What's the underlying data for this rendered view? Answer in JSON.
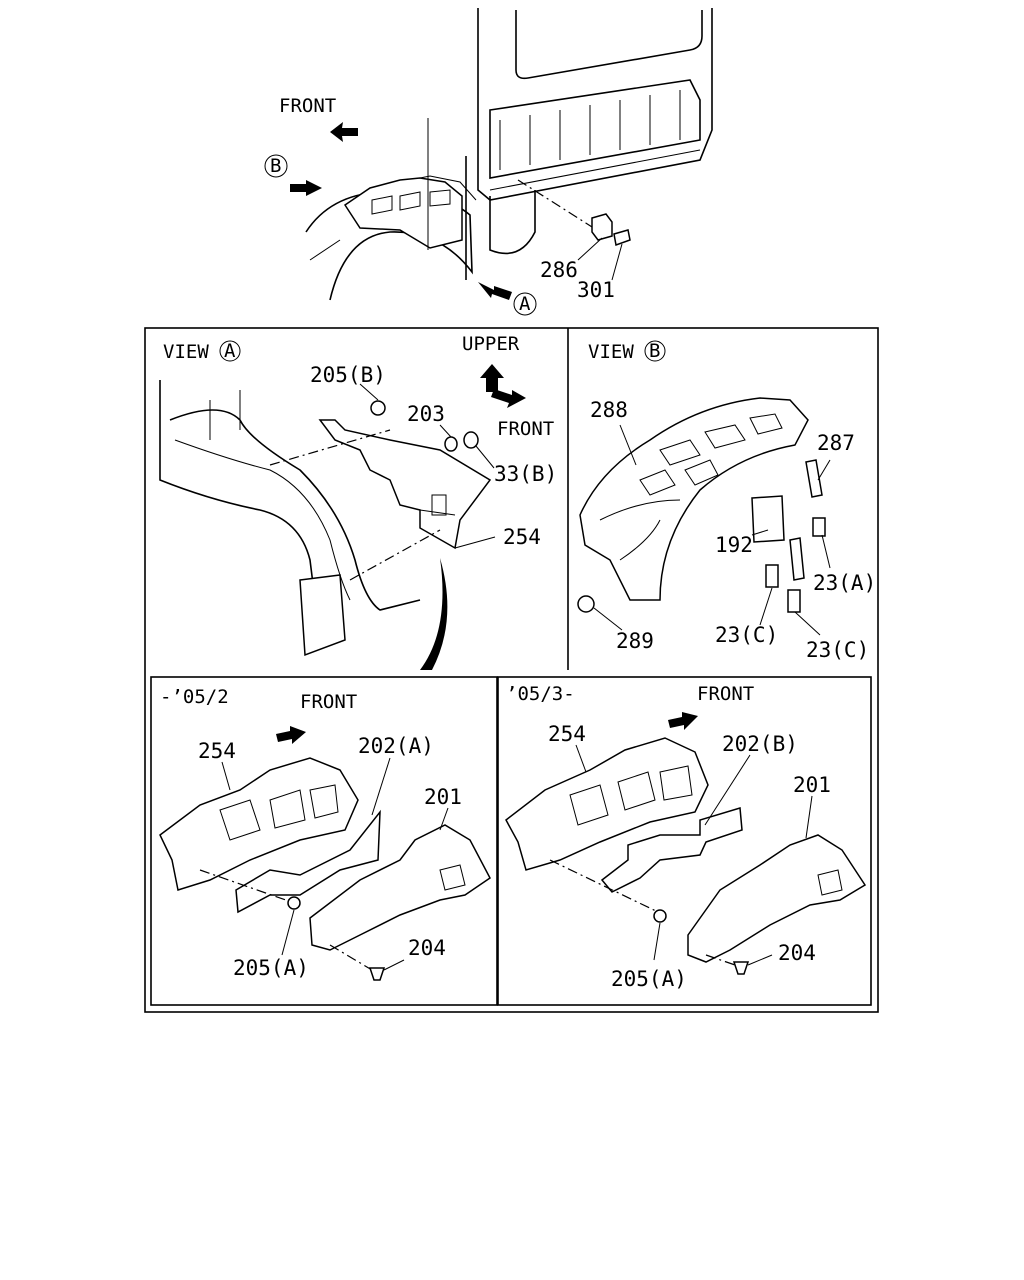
{
  "top": {
    "front_label": "FRONT",
    "view_b_marker": "B",
    "view_a_marker": "A",
    "callouts": [
      "286",
      "301"
    ]
  },
  "view_a": {
    "title": "VIEW",
    "marker": "A",
    "upper_label": "UPPER",
    "front_label": "FRONT",
    "callouts": [
      "205(B)",
      "203",
      "33(B)",
      "254"
    ]
  },
  "view_b": {
    "title": "VIEW",
    "marker": "B",
    "callouts": [
      "288",
      "287",
      "192",
      "23(A)",
      "23(C)",
      "23(C)",
      "289"
    ]
  },
  "panel_before": {
    "period": "-’05/2",
    "front_label": "FRONT",
    "callouts": [
      "254",
      "202(A)",
      "201",
      "205(A)",
      "204"
    ]
  },
  "panel_after": {
    "period": "’05/3-",
    "front_label": "FRONT",
    "callouts": [
      "254",
      "202(B)",
      "201",
      "205(A)",
      "204"
    ]
  }
}
